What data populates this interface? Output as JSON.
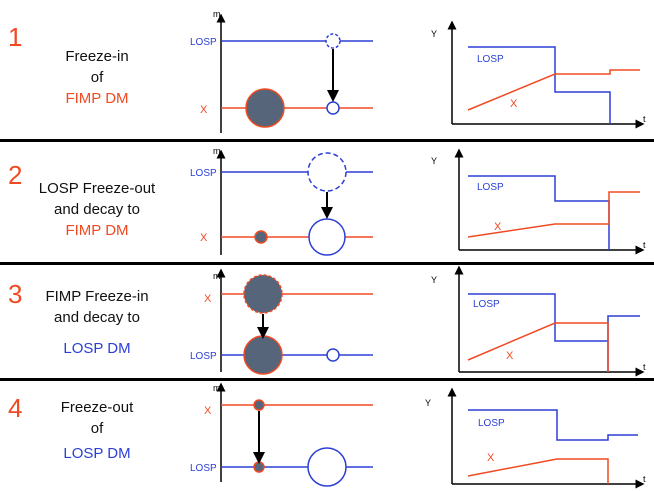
{
  "colors": {
    "red": "#f04a23",
    "blue": "#2b3fd6",
    "fill": "#566579",
    "axis": "#000000"
  },
  "axis_labels": {
    "mass": "m",
    "y": "Y",
    "t": "t"
  },
  "panels": [
    {
      "number": "1",
      "lines": [
        "Freeze-in",
        "of"
      ],
      "dm": "FIMP DM",
      "dm_color": "red",
      "mass_labels": {
        "upper": "LOSP",
        "lower": "X",
        "upper_color": "blue",
        "lower_color": "red"
      },
      "plot_labels": {
        "blue": "LOSP",
        "red": "X"
      }
    },
    {
      "number": "2",
      "lines": [
        "LOSP Freeze-out",
        "and decay to"
      ],
      "dm": "FIMP DM",
      "dm_color": "red",
      "mass_labels": {
        "upper": "LOSP",
        "lower": "X",
        "upper_color": "blue",
        "lower_color": "red"
      },
      "plot_labels": {
        "blue": "LOSP",
        "red": "X"
      }
    },
    {
      "number": "3",
      "lines": [
        "FIMP Freeze-in",
        "and decay to"
      ],
      "dm": "LOSP DM",
      "dm_color": "blue",
      "mass_labels": {
        "upper": "X",
        "lower": "LOSP",
        "upper_color": "red",
        "lower_color": "blue"
      },
      "plot_labels": {
        "blue": "LOSP",
        "red": "X"
      }
    },
    {
      "number": "4",
      "lines": [
        "Freeze-out",
        "of"
      ],
      "dm": "LOSP DM",
      "dm_color": "blue",
      "mass_labels": {
        "upper": "X",
        "lower": "LOSP",
        "upper_color": "red",
        "lower_color": "blue"
      },
      "plot_labels": {
        "blue": "LOSP",
        "red": "X"
      }
    }
  ]
}
